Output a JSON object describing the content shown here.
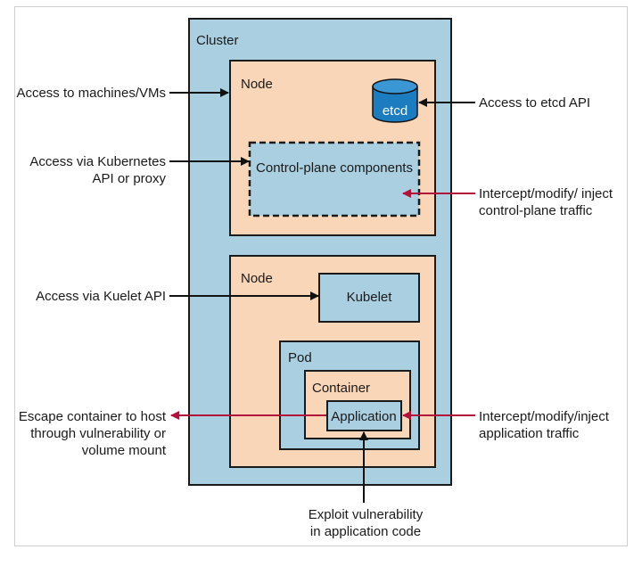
{
  "cluster": {
    "label": "Cluster"
  },
  "node_top": {
    "label": "Node",
    "etcd": "etcd",
    "control_plane": "Control-plane components"
  },
  "node_bottom": {
    "label": "Node",
    "kubelet": "Kubelet",
    "pod": "Pod",
    "container": "Container",
    "application": "Application"
  },
  "annotations": {
    "machines": "Access to machines/VMs",
    "k8s_api_1": "Access via Kubernetes",
    "k8s_api_2": "API or proxy",
    "kubelet_api": "Access via Kuelet API",
    "escape_1": "Escape container to host",
    "escape_2": "through vulnerability or",
    "escape_3": "volume mount",
    "etcd_api": "Access to etcd API",
    "intercept_cp_1": "Intercept/modify/ inject",
    "intercept_cp_2": "control-plane traffic",
    "intercept_app_1": "Intercept/modify/inject",
    "intercept_app_2": "application traffic",
    "exploit_1": "Exploit vulnerability",
    "exploit_2": "in application code"
  },
  "colors": {
    "blue": "#a9cfe1",
    "peach": "#f9d6b8",
    "red_arrow": "#b0123a",
    "black_arrow": "#111111"
  }
}
